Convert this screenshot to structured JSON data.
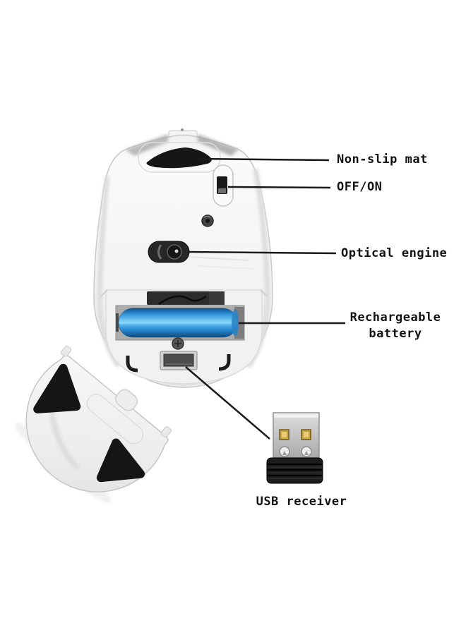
{
  "figure": {
    "description": "Annotated bottom view of a white wireless mouse with detached battery cover and USB dongle"
  },
  "labels": {
    "non_slip_mat": "Non-slip mat",
    "off_on": "OFF/ON",
    "optical_engine": "Optical engine",
    "rechargeable_battery": {
      "line1": "Rechargeable",
      "line2": "battery"
    },
    "usb_receiver": "USB receiver"
  },
  "colors": {
    "background": "#ffffff",
    "label_text": "#111111",
    "callout_line": "#1a1a1a",
    "battery_blue": "#3e9fe2",
    "mouse_body": "#f3f3f3",
    "pad_black": "#151515",
    "usb_contact_gold": "#caa23f"
  }
}
